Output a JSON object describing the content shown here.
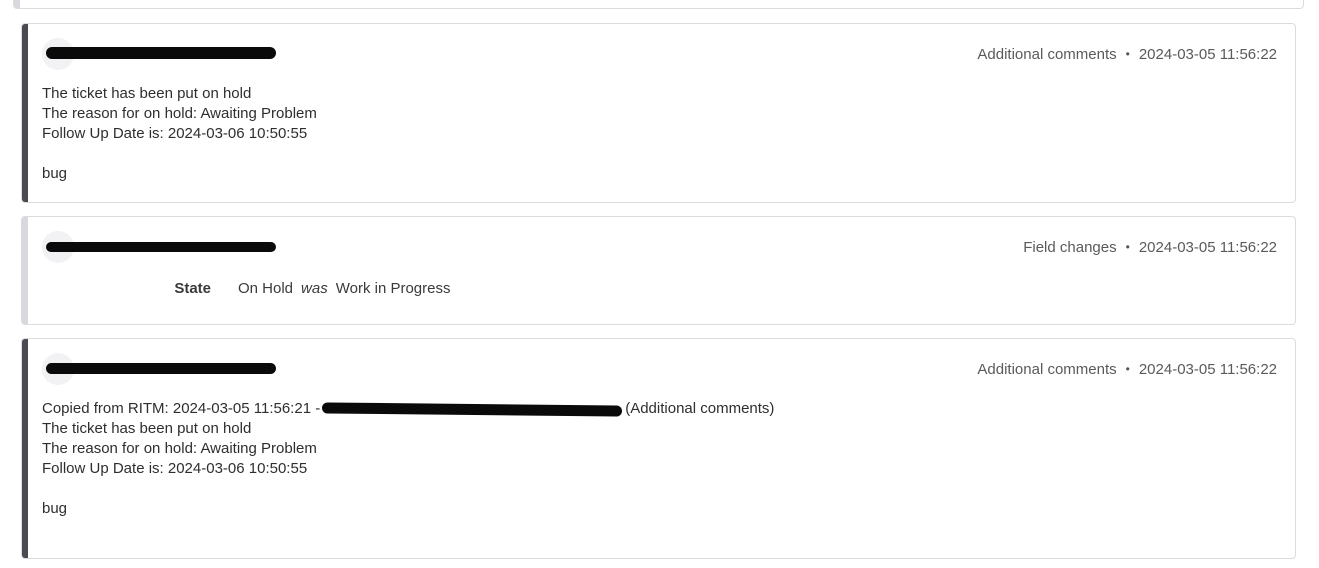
{
  "colors": {
    "comment_accent": "#4a4a52",
    "field_change_accent": "#d8d8de",
    "card_border": "#dcdcdc",
    "meta_text": "#5a5a5a",
    "body_text": "#2e2e2e"
  },
  "activity": [
    {
      "type": "comment",
      "author_redacted": true,
      "author": "",
      "entry_type": "Additional comments",
      "separator": "•",
      "timestamp": "2024-03-05 11:56:22",
      "lines": [
        "The ticket has been put on hold",
        "The reason for on hold: Awaiting Problem",
        "Follow Up Date is: 2024-03-06 10:50:55",
        "",
        "bug"
      ]
    },
    {
      "type": "field_change",
      "author_redacted": true,
      "author": "",
      "entry_type": "Field changes",
      "separator": "•",
      "timestamp": "2024-03-05 11:56:22",
      "changes": [
        {
          "field": "State",
          "new_value": "On Hold",
          "was_label": "was",
          "old_value": "Work in Progress"
        }
      ]
    },
    {
      "type": "comment",
      "author_redacted": true,
      "author": "",
      "entry_type": "Additional comments",
      "separator": "•",
      "timestamp": "2024-03-05 11:56:22",
      "copied_prefix": "Copied from RITM: 2024-03-05 11:56:21 -",
      "copied_suffix": "(Additional comments)",
      "lines": [
        "The ticket has been put on hold",
        "The reason for on hold: Awaiting Problem",
        "Follow Up Date is: 2024-03-06 10:50:55",
        "",
        "bug"
      ]
    }
  ]
}
